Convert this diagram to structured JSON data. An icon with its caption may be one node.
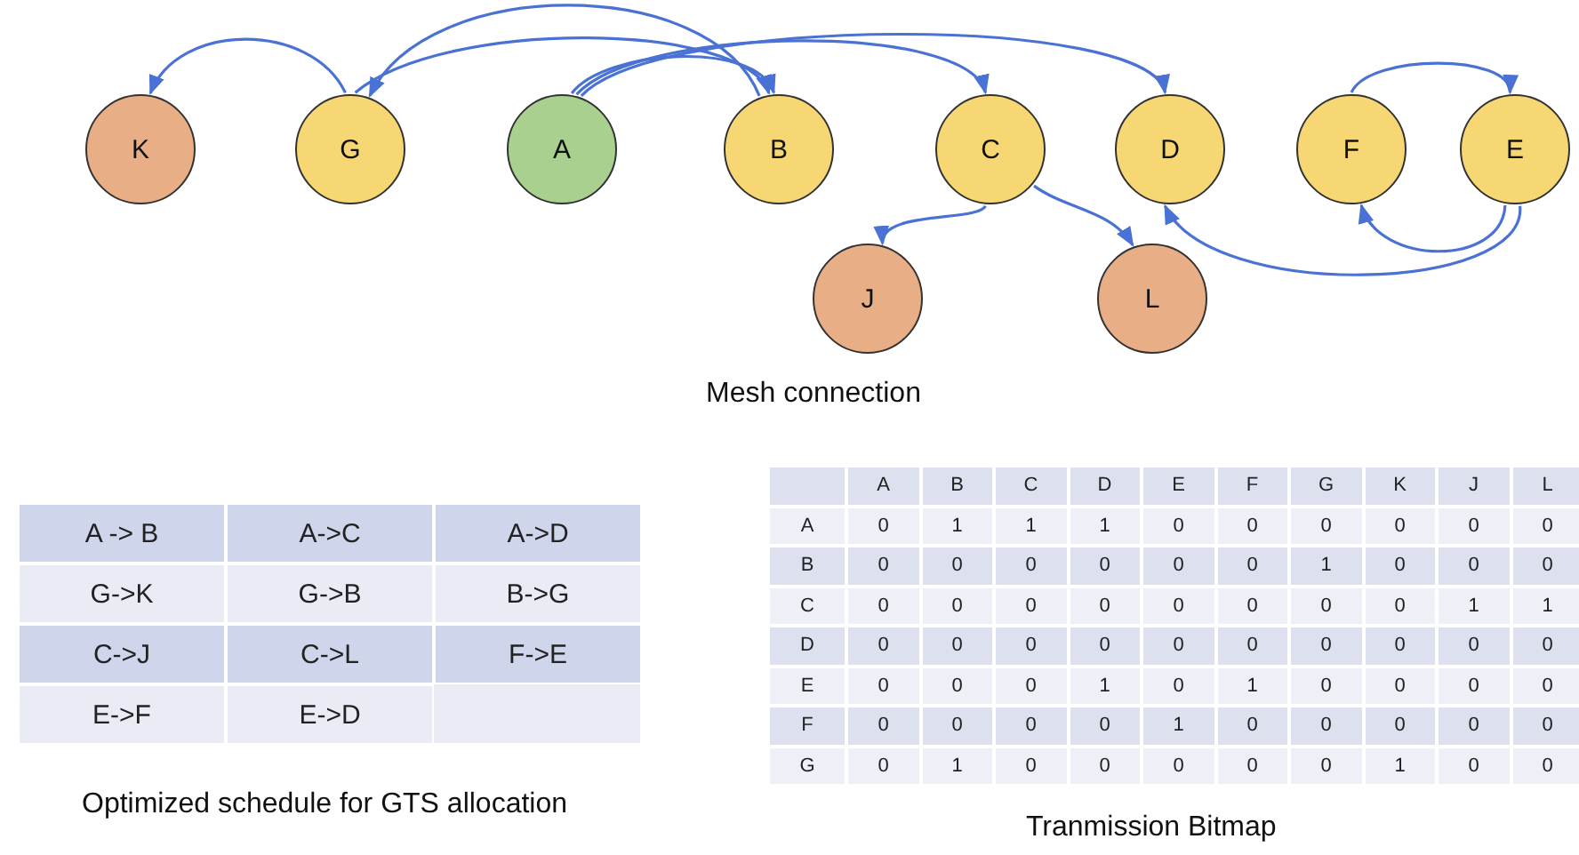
{
  "diagram": {
    "nodes": [
      {
        "text": [
          "K"
        ]
      },
      {
        "text": [
          "G"
        ]
      },
      {
        "text": [
          "A"
        ]
      },
      {
        "text": [
          "B"
        ]
      },
      {
        "text": [
          "C"
        ]
      },
      {
        "text": [
          "D"
        ]
      },
      {
        "text": [
          "F"
        ]
      },
      {
        "text": [
          "E"
        ]
      },
      {
        "text": [
          "J"
        ]
      },
      {
        "text": [
          "L"
        ]
      }
    ],
    "edges": [
      {
        "from": 2,
        "to": 3,
        "arrow": "to"
      },
      {
        "from": 2,
        "to": 4,
        "arrow": "to"
      },
      {
        "from": 2,
        "to": 5,
        "arrow": "to"
      },
      {
        "from": 1,
        "to": 0,
        "arrow": "to"
      },
      {
        "from": 1,
        "to": 3,
        "arrow": "to"
      },
      {
        "from": 3,
        "to": 1,
        "arrow": "to"
      },
      {
        "from": 4,
        "to": 8,
        "arrow": "to"
      },
      {
        "from": 4,
        "to": 9,
        "arrow": "to"
      },
      {
        "from": 6,
        "to": 7,
        "arrow": "to"
      },
      {
        "from": 7,
        "to": 6,
        "arrow": "to"
      },
      {
        "from": 7,
        "to": 5,
        "arrow": "to"
      }
    ],
    "labels": [
      "Mesh connection",
      "A -> B",
      "A->C",
      "A->D",
      "G->K",
      "G->B",
      "B->G",
      "C->J",
      "C->L",
      "F->E",
      "E->F",
      "E->D",
      "Optimized schedule for GTS allocation",
      "A",
      "B",
      "C",
      "D",
      "E",
      "F",
      "G",
      "K",
      "J",
      "L",
      "A",
      "0",
      "1",
      "1",
      "1",
      "0",
      "0",
      "0",
      "0",
      "0",
      "0",
      "B",
      "0",
      "0",
      "0",
      "0",
      "0",
      "0",
      "1",
      "0",
      "0",
      "0",
      "C",
      "0",
      "0",
      "0",
      "0",
      "0",
      "0",
      "0",
      "0",
      "1",
      "1",
      "D",
      "0",
      "0",
      "0",
      "0",
      "0",
      "0",
      "0",
      "0",
      "0",
      "0",
      "E",
      "0",
      "0",
      "0",
      "1",
      "0",
      "1",
      "0",
      "0",
      "0",
      "0",
      "F",
      "0",
      "0",
      "0",
      "0",
      "1",
      "0",
      "0",
      "0",
      "0",
      "0",
      "G",
      "0",
      "1",
      "0",
      "0",
      "0",
      "0",
      "0",
      "1",
      "0",
      "0",
      "Tranmission Bitmap"
    ]
  }
}
